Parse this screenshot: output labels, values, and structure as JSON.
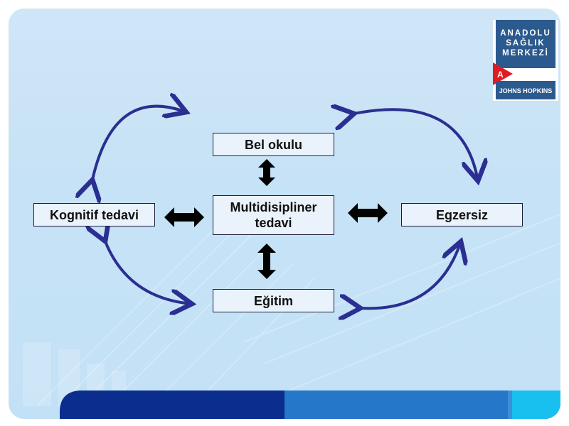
{
  "nodes": {
    "center": "Multidisipliner tedavi",
    "top": "Bel okulu",
    "left": "Kognitif tedavi",
    "right": "Egzersiz",
    "bottom": "Eğitim"
  },
  "logo": {
    "line1": "ANADOLU",
    "line2": "SAĞLIK",
    "line3": "MERKEZİ",
    "partner": "JOHNS HOPKINS"
  },
  "colors": {
    "arrow_curved": "#2a2f91",
    "arrow_double": "#000000",
    "node_border": "#1a1a3a",
    "footer_dark": "#0b2d8e",
    "footer_mid": "#2577c9",
    "footer_light": "#18c0f0"
  }
}
